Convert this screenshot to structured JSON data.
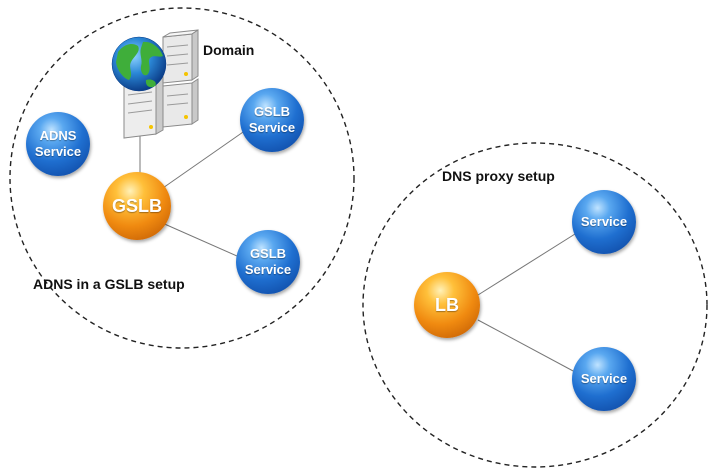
{
  "labels": {
    "domain": "Domain",
    "adns_setup": "ADNS in a GSLB setup",
    "dns_proxy_setup": "DNS proxy  setup"
  },
  "nodes": {
    "adns_service": {
      "line1": "ADNS",
      "line2": "Service"
    },
    "gslb_service_top": {
      "line1": "GSLB",
      "line2": "Service"
    },
    "gslb": {
      "label": "GSLB"
    },
    "gslb_service_bottom": {
      "line1": "GSLB",
      "line2": "Service"
    },
    "lb": {
      "label": "LB"
    },
    "service_top": {
      "label": "Service"
    },
    "service_bottom": {
      "label": "Service"
    }
  },
  "colors": {
    "service_node": "#1f6fd0",
    "balancer_node": "#f08a10",
    "boundary_stroke": "#222222",
    "connector": "#777777"
  },
  "icons": [
    "globe-icon",
    "server-icon"
  ]
}
